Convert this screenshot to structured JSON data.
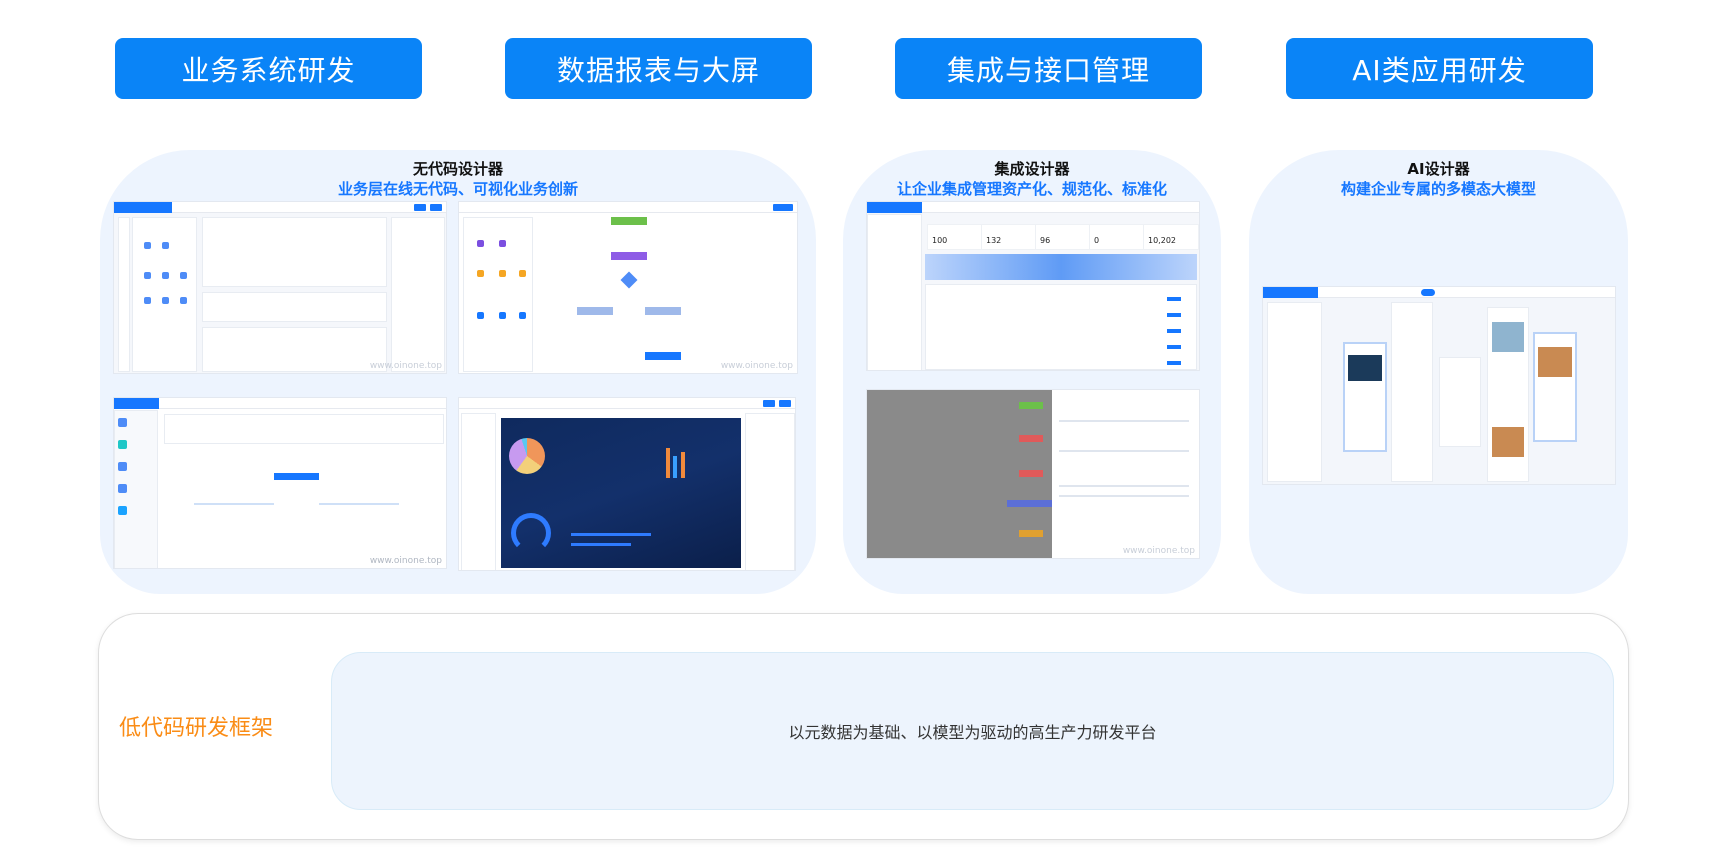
{
  "categories": [
    "业务系统研发",
    "数据报表与大屏",
    "集成与接口管理",
    "AI类应用研发"
  ],
  "panels": [
    {
      "title": "无代码设计器",
      "subtitle": "业务层在线无代码、可视化业务创新"
    },
    {
      "title": "集成设计器",
      "subtitle": "让企业集成管理资产化、规范化、标准化"
    },
    {
      "title": "AI设计器",
      "subtitle": "构建企业专属的多模态大模型"
    }
  ],
  "thumbnails": {
    "watermark": "www.oinone.top",
    "integration_stats": [
      "100",
      "132",
      "96",
      "0",
      "10,202"
    ]
  },
  "framework": {
    "label": "低代码研发框架",
    "description": "以元数据为基础、以模型为驱动的高生产力研发平台"
  },
  "colors": {
    "primary": "#0a84f7",
    "accent": "#fa8c16",
    "panel_bg": "#edf4fe"
  }
}
